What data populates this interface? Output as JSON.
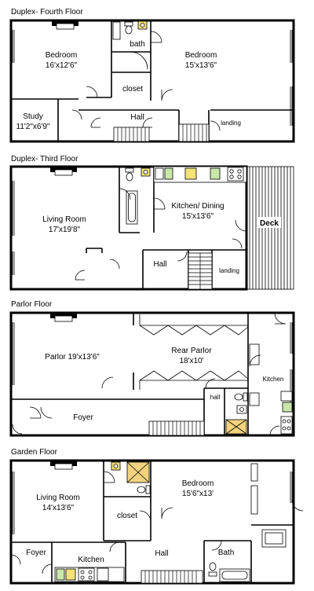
{
  "floors": [
    {
      "title": "Duplex- Fourth Floor",
      "rooms": [
        {
          "name": "Bedroom",
          "size": "16'x12'6\""
        },
        {
          "name": "bath",
          "size": ""
        },
        {
          "name": "Bedroom",
          "size": "15'x13'6\""
        },
        {
          "name": "closet",
          "size": ""
        },
        {
          "name": "Study",
          "size": "11'2\"x6'9\""
        },
        {
          "name": "Hall",
          "size": ""
        },
        {
          "name": "landing",
          "size": ""
        }
      ]
    },
    {
      "title": "Duplex- Third Floor",
      "rooms": [
        {
          "name": "Living Room",
          "size": "17'x19'8\""
        },
        {
          "name": "Kitchen/ Dining",
          "size": "15'x13'6\""
        },
        {
          "name": "Deck",
          "size": ""
        },
        {
          "name": "Hall",
          "size": ""
        },
        {
          "name": "landing",
          "size": ""
        }
      ]
    },
    {
      "title": "Parlor Floor",
      "rooms": [
        {
          "name": "Parlor 19'x13'6\"",
          "size": ""
        },
        {
          "name": "Rear Parlor",
          "size": "18'x10'"
        },
        {
          "name": "Kitchen",
          "size": ""
        },
        {
          "name": "hall",
          "size": ""
        },
        {
          "name": "Foyer",
          "size": ""
        }
      ]
    },
    {
      "title": "Garden Floor",
      "rooms": [
        {
          "name": "Living Room",
          "size": "14'x13'6\""
        },
        {
          "name": "Bedroom",
          "size": "15'6\"x13'"
        },
        {
          "name": "closet",
          "size": ""
        },
        {
          "name": "Foyer",
          "size": ""
        },
        {
          "name": "Kitchen",
          "size": ""
        },
        {
          "name": "Hall",
          "size": ""
        },
        {
          "name": "Bath",
          "size": ""
        }
      ]
    }
  ],
  "colors": {
    "wall": "#000000",
    "fixture_yellow": "#f5e27a",
    "fixture_green": "#c9e7a9",
    "fixture_tan": "#f2d27f",
    "background": "#ffffff"
  },
  "icons": [
    "fireplace-icon",
    "toilet-icon",
    "sink-icon",
    "bathtub-icon",
    "stove-icon",
    "refrigerator-icon",
    "door-swing-icon",
    "staircase-icon",
    "window-icon"
  ]
}
